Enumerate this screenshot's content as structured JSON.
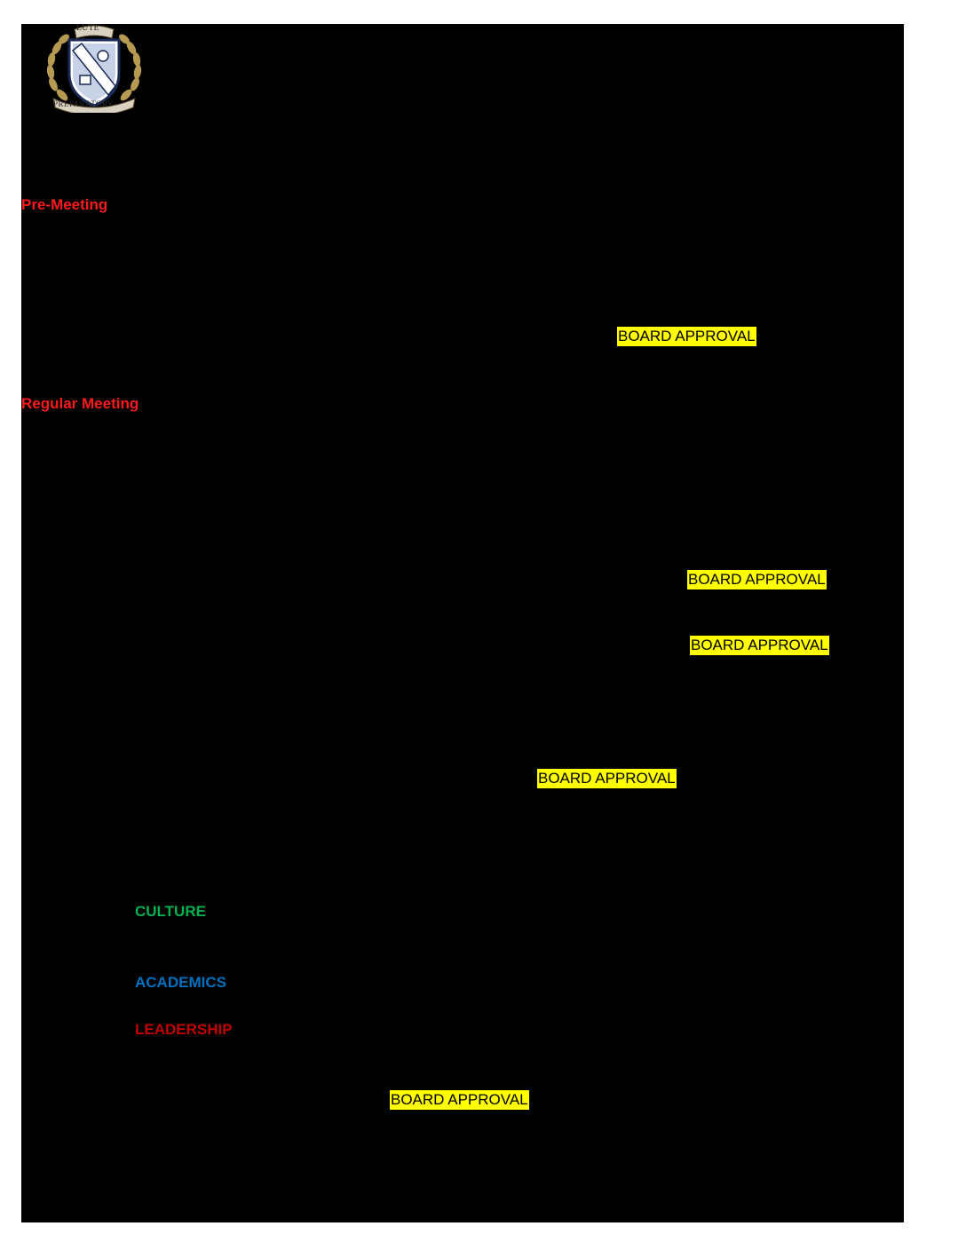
{
  "header": {
    "logo_top_text": "LUTE",
    "logo_bottom_text": "PREPARATORY"
  },
  "sections": {
    "pre_meeting": "Pre-Meeting",
    "regular_meeting": "Regular Meeting"
  },
  "highlights": {
    "board_approval_1": "BOARD APPROVAL",
    "board_approval_2": "BOARD APPROVAL",
    "board_approval_3": "BOARD APPROVAL",
    "board_approval_4": "BOARD APPROVAL",
    "board_approval_5": "BOARD APPROVAL"
  },
  "categories": {
    "culture": "CULTURE",
    "academics": "ACADEMICS",
    "leadership": "LEADERSHIP"
  },
  "colors": {
    "page_background": "#000000",
    "heading_red": "#ff1a1a",
    "highlight_yellow": "#ffff00",
    "culture_green": "#00b050",
    "academics_blue": "#0070c0",
    "leadership_red": "#c00000"
  }
}
